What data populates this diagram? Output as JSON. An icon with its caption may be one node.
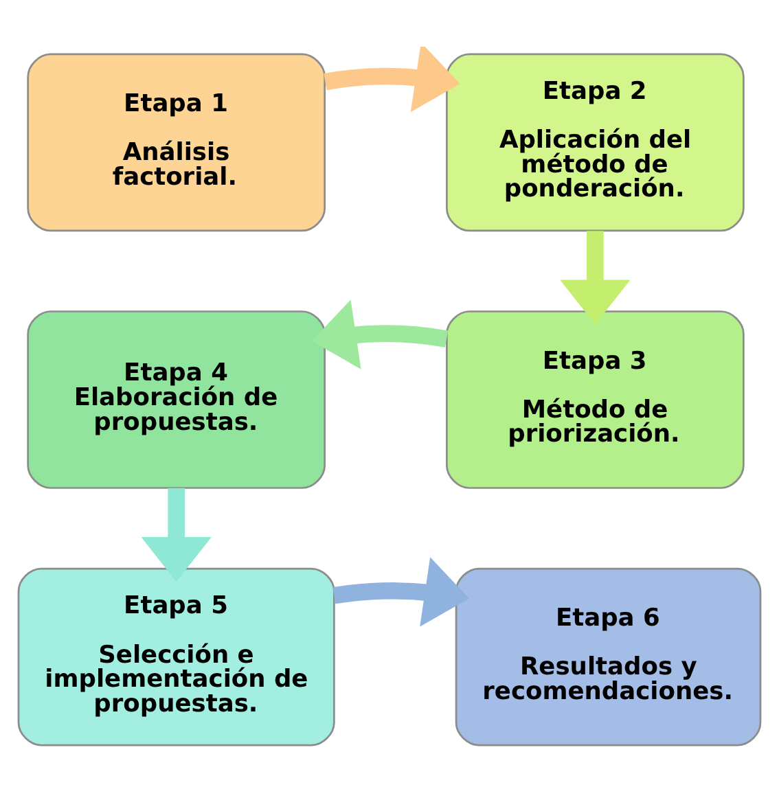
{
  "diagram": {
    "nodes": [
      {
        "text": [
          "Etapa 1",
          "Análisis factorial."
        ]
      },
      {
        "text": [
          "Etapa 2",
          "Aplicación del método de ponderación."
        ]
      },
      {
        "text": [
          "Etapa 3",
          "Método de priorización."
        ]
      },
      {
        "text": [
          "Etapa 4 Elaboración de propuestas."
        ]
      },
      {
        "text": [
          "Etapa 5",
          "Selección e implementación de propuestas."
        ]
      },
      {
        "text": [
          "Etapa 6",
          "Resultados y recomendaciones."
        ]
      }
    ],
    "edges": [
      {
        "from": 0,
        "to": 1,
        "arrow": "to",
        "color": "#fcc98a"
      },
      {
        "from": 1,
        "to": 2,
        "arrow": "to",
        "color": "#c4ef6e"
      },
      {
        "from": 2,
        "to": 3,
        "arrow": "to",
        "color": "#9ce89c"
      },
      {
        "from": 3,
        "to": 4,
        "arrow": "to",
        "color": "#8fe8d6"
      },
      {
        "from": 4,
        "to": 5,
        "arrow": "to",
        "color": "#8fb2de"
      }
    ]
  }
}
